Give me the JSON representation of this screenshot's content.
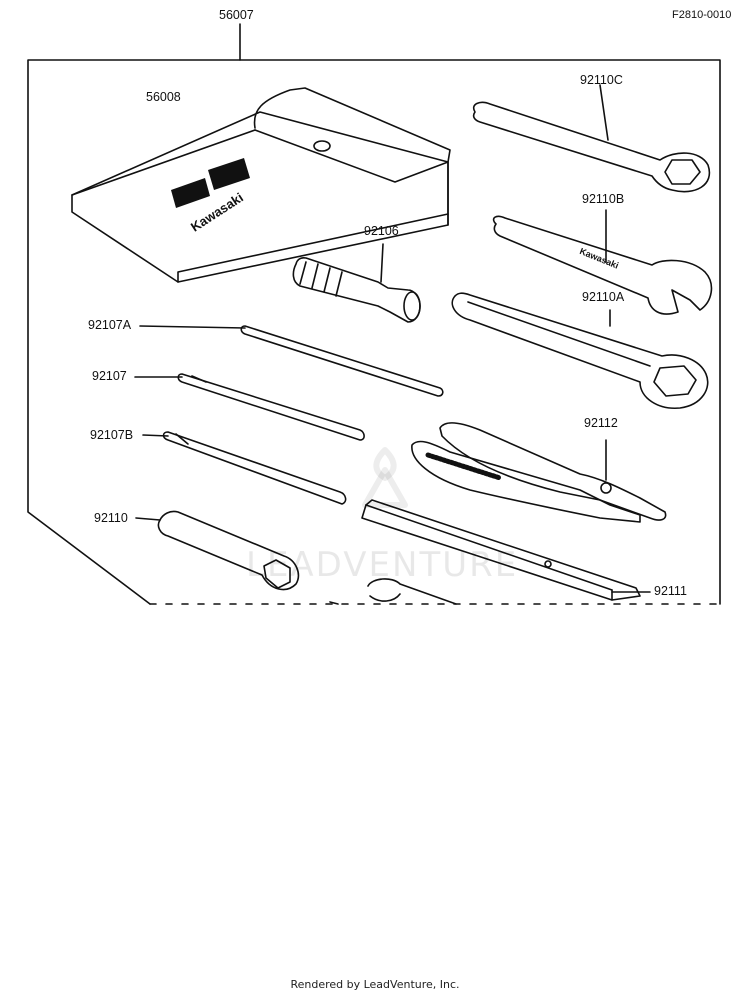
{
  "drawing_code": "F2810-0010",
  "assembly": {
    "number": "56007"
  },
  "parts": {
    "p56008": "56008",
    "p92110C": "92110C",
    "p92106": "92106",
    "p92110B": "92110B",
    "p92107A": "92107A",
    "p92110A": "92110A",
    "p92107": "92107",
    "p92112": "92112",
    "p92107B": "92107B",
    "p92110": "92110",
    "p92111": "92111"
  },
  "pouch_brand": "Kawasaki",
  "wrench_brand": "Kawasaki",
  "watermark": "LEADVENTURE",
  "footer": "Rendered by LeadVenture, Inc.",
  "colors": {
    "line": "#111111",
    "background": "#ffffff"
  }
}
